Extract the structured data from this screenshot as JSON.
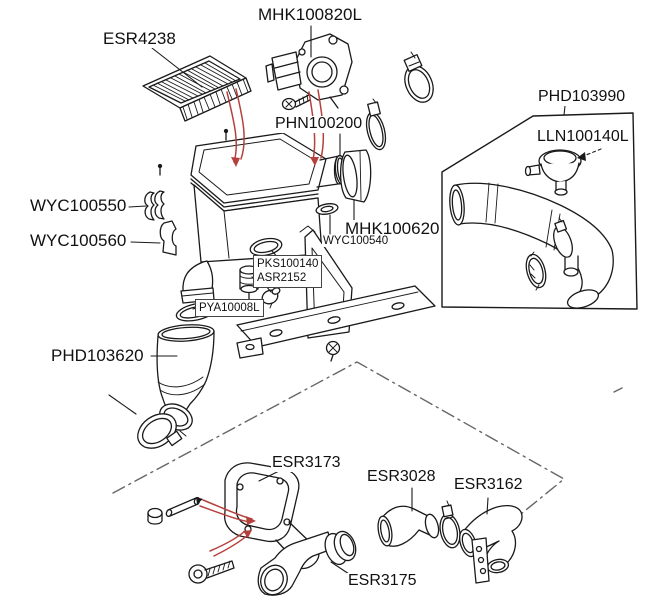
{
  "diagram": {
    "kind": "exploded-parts-diagram",
    "colors": {
      "background": "#ffffff",
      "line": "#1a1a1a",
      "section_line": "#666666",
      "arrow_red": "#b5413c"
    }
  },
  "labels": {
    "esr4238": "ESR4238",
    "mhk100820l": "MHK100820L",
    "phn100200": "PHN100200",
    "phd103990": "PHD103990",
    "lln100140l": "LLN100140L",
    "wyc100550": "WYC100550",
    "wyc100560": "WYC100560",
    "mhk100620": "MHK100620",
    "wyc100540": "WYC100540",
    "pks100140": "PKS100140",
    "asr2152": "ASR2152",
    "pya10008l": "PYA10008L",
    "phd103620": "PHD103620",
    "esr3173": "ESR3173",
    "esr3028": "ESR3028",
    "esr3162": "ESR3162",
    "esr3175": "ESR3175"
  }
}
